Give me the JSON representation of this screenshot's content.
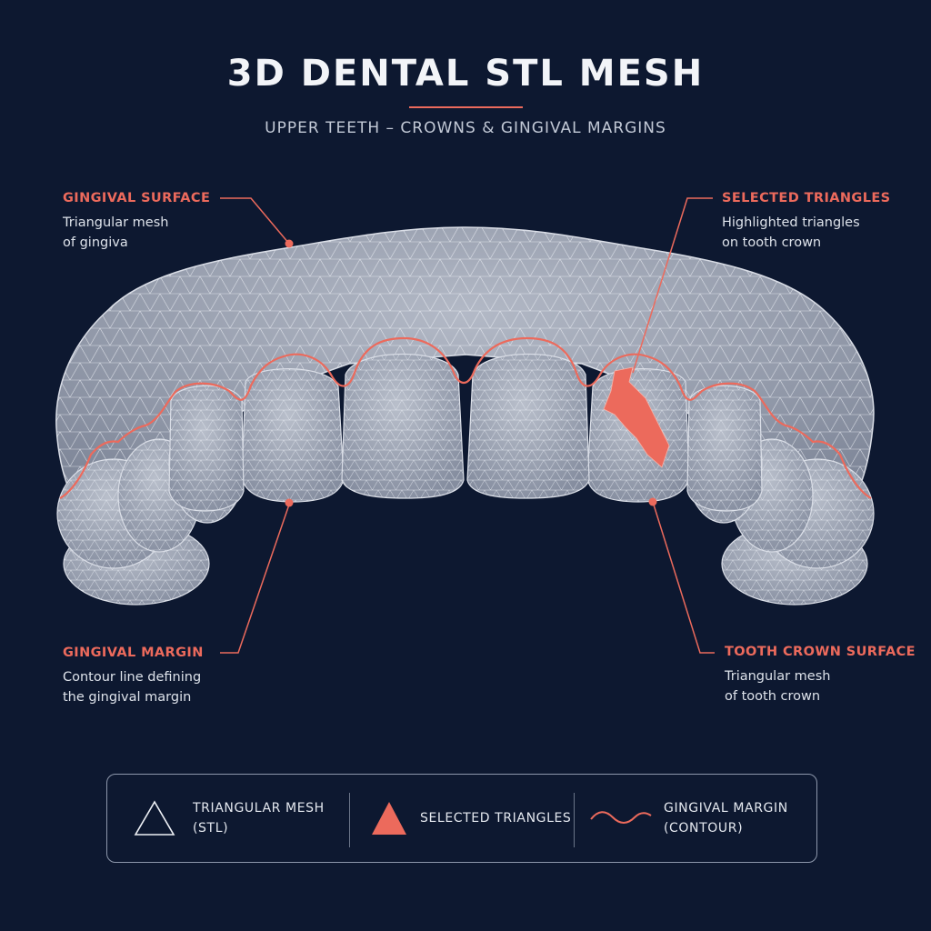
{
  "header": {
    "title": "3D DENTAL STL MESH",
    "subtitle": "UPPER TEETH – CROWNS & GINGIVAL MARGINS"
  },
  "colors": {
    "background": "#0d1830",
    "accent": "#ec6a5c",
    "mesh_fill": "#a7aebd",
    "mesh_line": "#e9edf4"
  },
  "callouts": {
    "gingival_surface": {
      "title": "GINGIVAL SURFACE",
      "desc": "Triangular mesh of gingiva"
    },
    "selected_triangles": {
      "title": "SELECTED TRIANGLES",
      "desc": "Highlighted triangles on tooth crown"
    },
    "gingival_margin": {
      "title": "GINGIVAL MARGIN",
      "desc": "Contour line defining the gingival margin"
    },
    "tooth_crown_surface": {
      "title": "TOOTH CROWN SURFACE",
      "desc": "Triangular mesh of tooth crown"
    }
  },
  "legend": {
    "mesh": {
      "icon": "triangle-outline-icon",
      "line1": "TRIANGULAR MESH",
      "line2": "(STL)"
    },
    "selected": {
      "icon": "filled-triangle-icon",
      "label": "SELECTED TRIANGLES"
    },
    "margin": {
      "icon": "wave-line-icon",
      "line1": "GINGIVAL MARGIN",
      "line2": "(CONTOUR)"
    }
  }
}
